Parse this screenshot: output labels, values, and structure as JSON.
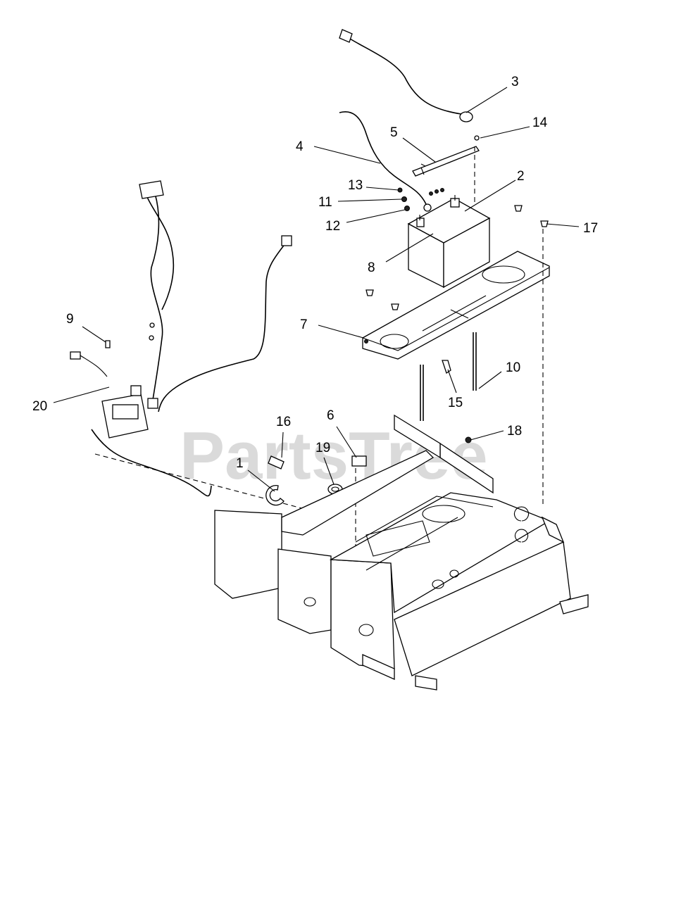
{
  "watermark": "PartsTree",
  "callouts": [
    {
      "id": "c1",
      "label": "1"
    },
    {
      "id": "c2",
      "label": "2"
    },
    {
      "id": "c3",
      "label": "3"
    },
    {
      "id": "c4",
      "label": "4"
    },
    {
      "id": "c5",
      "label": "5"
    },
    {
      "id": "c6",
      "label": "6"
    },
    {
      "id": "c7",
      "label": "7"
    },
    {
      "id": "c8",
      "label": "8"
    },
    {
      "id": "c9",
      "label": "9"
    },
    {
      "id": "c10",
      "label": "10"
    },
    {
      "id": "c11",
      "label": "11"
    },
    {
      "id": "c12",
      "label": "12"
    },
    {
      "id": "c13",
      "label": "13"
    },
    {
      "id": "c14",
      "label": "14"
    },
    {
      "id": "c15",
      "label": "15"
    },
    {
      "id": "c16",
      "label": "16"
    },
    {
      "id": "c17",
      "label": "17"
    },
    {
      "id": "c18",
      "label": "18"
    },
    {
      "id": "c19",
      "label": "19"
    },
    {
      "id": "c20",
      "label": "20"
    }
  ]
}
